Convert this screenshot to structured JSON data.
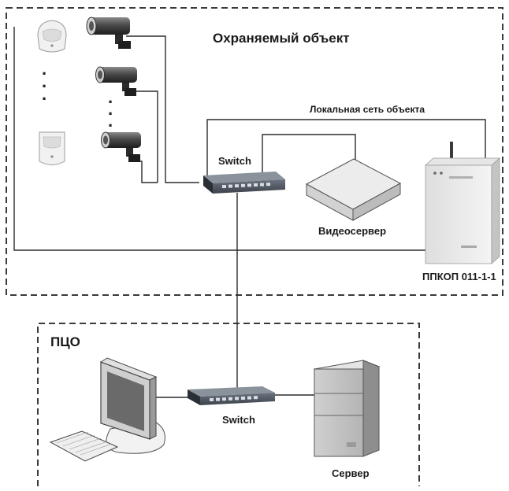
{
  "protected_zone": {
    "title": "Охраняемый объект"
  },
  "lan": {
    "label": "Локальная сеть  объекта"
  },
  "switch_top": {
    "label": "Switch"
  },
  "videoserver": {
    "label": "Видеосервер"
  },
  "panel": {
    "label": "ППКОП 011-1-1"
  },
  "pco_zone": {
    "title": "ПЦО"
  },
  "switch_bottom": {
    "label": "Switch"
  },
  "server": {
    "label": "Сервер"
  },
  "ellipsis_dot": "·"
}
